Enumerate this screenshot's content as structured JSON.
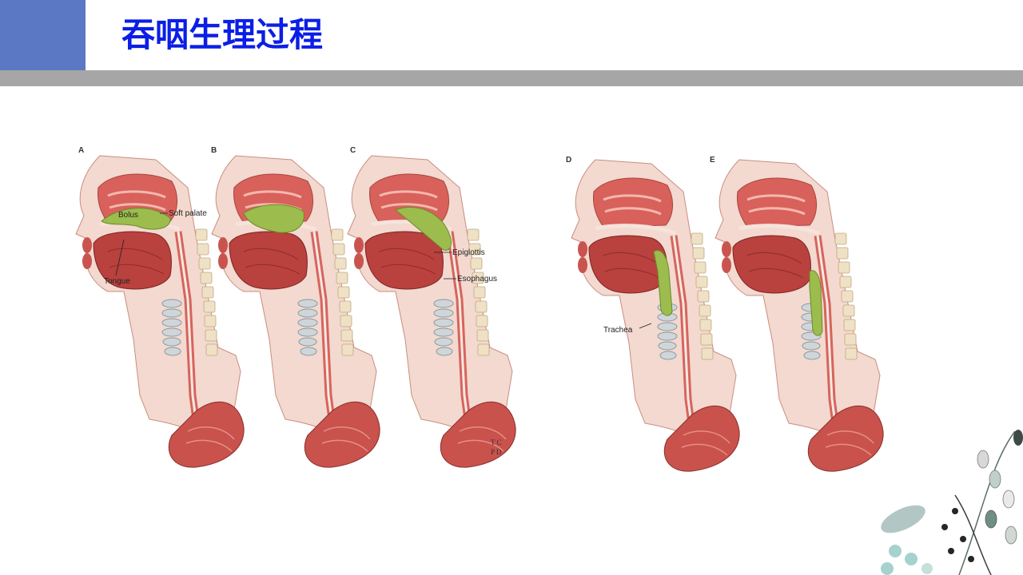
{
  "slide": {
    "title": "吞咽生理过程",
    "accent_color": "#5b78c4",
    "title_color": "#0b1ee6",
    "rule_color": "#a6a6a6"
  },
  "figure": {
    "panels": [
      "A",
      "B",
      "C",
      "D",
      "E"
    ],
    "labels": {
      "bolus": "Bolus",
      "soft_palate": "Soft palate",
      "tongue": "Tongue",
      "epiglottis": "Epiglottis",
      "esophagus": "Esophagus",
      "trachea": "Trachea"
    },
    "credit": [
      "T C",
      "P D"
    ]
  },
  "decoration": {
    "icon": "botanical-leaf-icon"
  }
}
